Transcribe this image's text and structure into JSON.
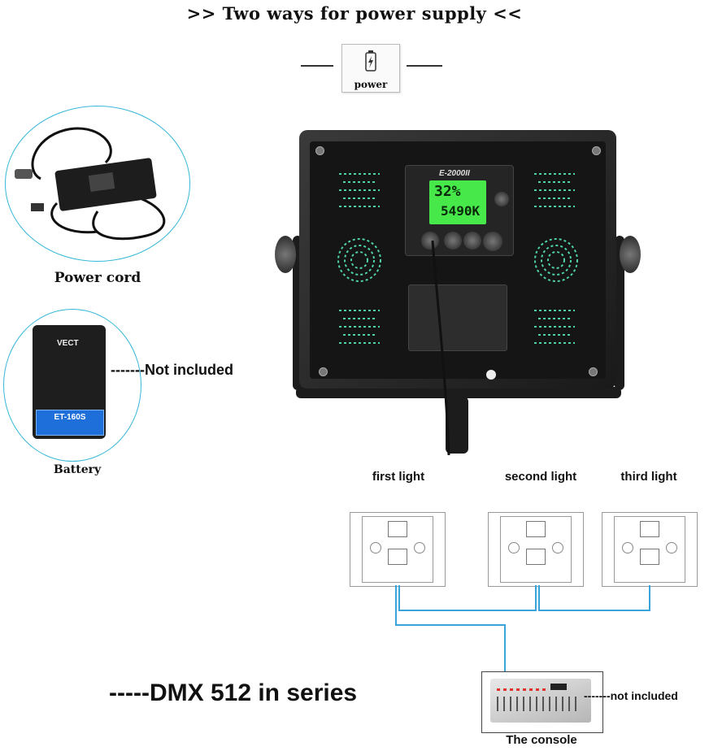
{
  "title": ">> Two ways for power supply <<",
  "power_badge": {
    "label": "power",
    "icon": "battery-bolt-icon"
  },
  "power_cord": {
    "caption": "Power cord"
  },
  "battery": {
    "caption": "Battery",
    "brand": "VECT",
    "model": "ET-160S",
    "note": "-------Not included"
  },
  "panel": {
    "model": "E-2000II",
    "lcd_top": "32%",
    "lcd_bottom": "5490K"
  },
  "diagram": {
    "lights": [
      "first light",
      "second light",
      "third light"
    ],
    "dmx_label": "-----DMX 512 in series",
    "console_caption": "The console",
    "console_note": "-------not included"
  },
  "colors": {
    "wire": "#3aa3d9",
    "bubble_border": "#39b7d9",
    "lcd": "#46e84a"
  }
}
